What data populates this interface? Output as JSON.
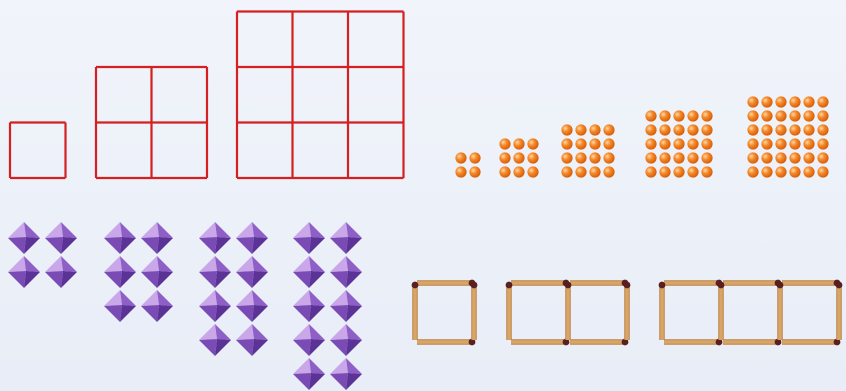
{
  "colors": {
    "background": "#eef2f9",
    "grid_line": "#d42020",
    "dot_fill": "#f07a1a",
    "dot_highlight": "#ffd9a8",
    "gem_light": "#c9a7e8",
    "gem_mid": "#8f5fc8",
    "gem_dark": "#5b3396",
    "match_stick": "#d9a566",
    "match_head": "#5a1f1f"
  },
  "figures": {
    "square_grids": {
      "icon": "square-grid",
      "description_sizes": [
        1,
        2,
        3
      ]
    },
    "dot_squares": {
      "icon": "orange-dot",
      "description_sizes": [
        2,
        3,
        4,
        5,
        6
      ]
    },
    "gem_arrangements": {
      "icon": "purple-octahedron-gem",
      "description_sizes": [
        2,
        3,
        4,
        5
      ]
    },
    "matchstick_squares": {
      "icon": "matchstick",
      "description_sizes": [
        1,
        2,
        3
      ]
    }
  }
}
